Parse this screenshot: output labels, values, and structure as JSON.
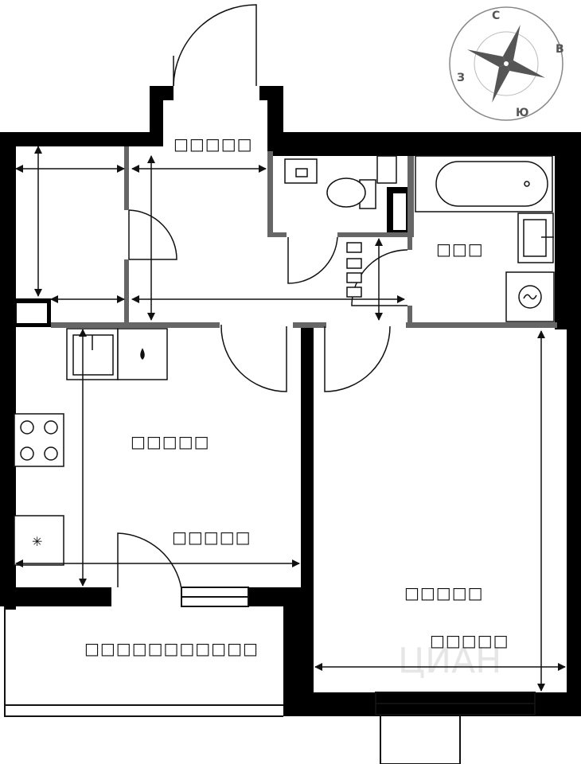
{
  "compass": {
    "north": "С",
    "east": "В",
    "south": "Ю",
    "west": "З"
  },
  "rooms": {
    "hall": "□□□□□",
    "bathroom": "□□□",
    "kitchen": "□□□□□",
    "kitchen_size": "□□□□□",
    "living_room": "□□□□□",
    "living_room_size": "□□□□□",
    "balcony": "□□□□□□□□□□□"
  },
  "watermark": "ЦИАН"
}
